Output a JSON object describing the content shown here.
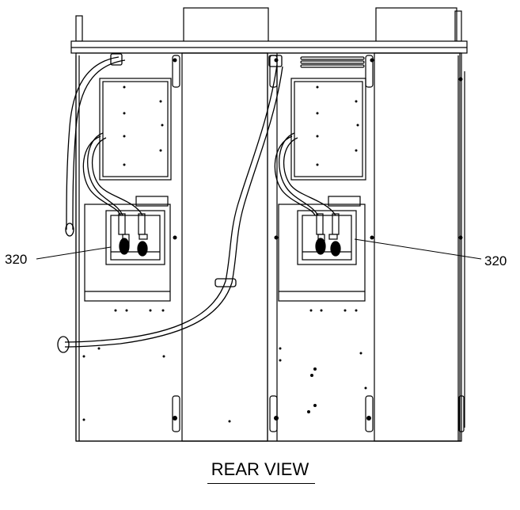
{
  "figure": {
    "caption": "REAR VIEW"
  },
  "callouts": [
    {
      "id": "left",
      "label": "320"
    },
    {
      "id": "right",
      "label": "320"
    }
  ],
  "colors": {
    "line": "#000000",
    "background": "#ffffff"
  }
}
